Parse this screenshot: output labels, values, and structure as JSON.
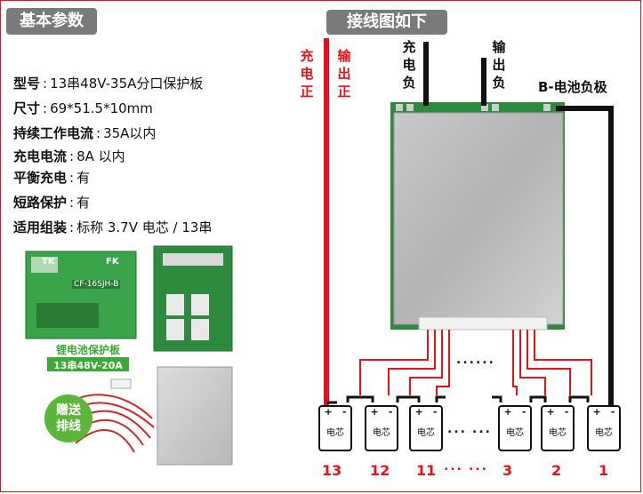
{
  "left_title": "基本参数",
  "right_title": "接线图如下",
  "specs": [
    {
      "key": "型号",
      "value": "13串48V-35A分口保护板"
    },
    {
      "key": "尺寸",
      "value": "69*51.5*10mm"
    },
    {
      "key": "持续工作电流",
      "value": "35A以内"
    },
    {
      "key": "充电电流",
      "value": "8A 以内"
    },
    {
      "key": "平衡充电",
      "value": "有"
    },
    {
      "key": "短路保护",
      "value": "有"
    },
    {
      "key": "适用组装",
      "value": "标称 3.7V 电芯 / 13串"
    }
  ],
  "board_label_1": "锂电池保护板",
  "board_label_2": "13串48V-20A",
  "pcb_texts": [
    "TK",
    "FK",
    "CF-16SJH-B"
  ],
  "gift_badge": "赠送排线",
  "wire_labels": {
    "charge_positive": "充电正",
    "output_positive": "输出正",
    "charge_negative": "充电负",
    "output_negative": "输出负",
    "battery_negative": "B-电池负极"
  },
  "cell_label": "电芯",
  "cell_plus": "+",
  "cell_minus": "-",
  "cell_numbers": [
    "13",
    "12",
    "11",
    "3",
    "2",
    "1"
  ],
  "ellipsis": "......",
  "ellipsis_short": "...",
  "colors": {
    "accent_red": "#e6121a",
    "pill_gray": "#7a7a7a",
    "gift_green": "#5cb63a",
    "label_green": "#3aaa35"
  }
}
